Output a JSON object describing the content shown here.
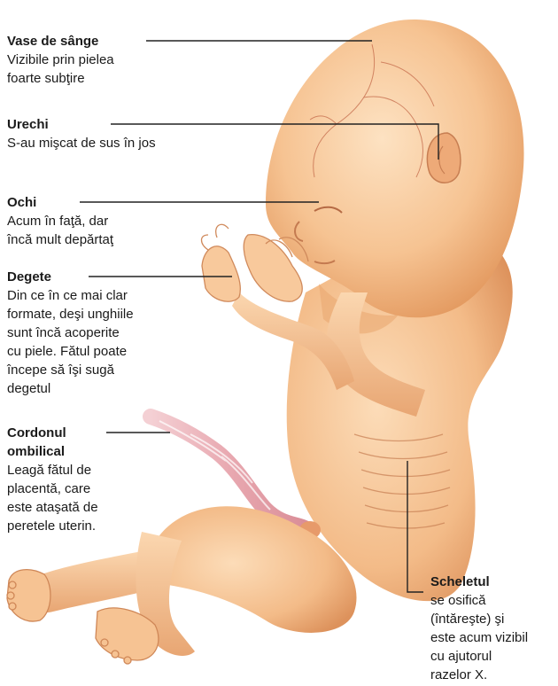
{
  "labels": {
    "blood_vessels": {
      "title": "Vase de sânge",
      "desc": "Vizibile prin pielea\nfoarte subţire"
    },
    "ears": {
      "title": "Urechi",
      "desc": "S-au mişcat de sus în jos"
    },
    "eyes": {
      "title": "Ochi",
      "desc": "Acum în faţă, dar\nîncă mult depărtaţ"
    },
    "fingers": {
      "title": "Degete",
      "desc": "Din ce în ce mai clar\nformate, deşi unghiile\nsunt încă acoperite\ncu piele. Fătul poate\nîncepe să îşi sugă\ndegetul"
    },
    "umbilical_cord": {
      "title": "Cordonul\nombilical",
      "desc": "Leagă fătul de\nplacentă, care\neste ataşată de\nperetele uterin."
    },
    "skeleton": {
      "title": "Scheletul",
      "desc": "se osifică\n(întăreşte) şi\neste acum vizibil\ncu ajutorul\nrazelor X."
    }
  },
  "colors": {
    "skin_light": "#fbd3ab",
    "skin_mid": "#f2b583",
    "skin_dark": "#d9895a",
    "vessel": "#c46a4a",
    "cord": "#e9b2b8",
    "line": "#222222"
  }
}
